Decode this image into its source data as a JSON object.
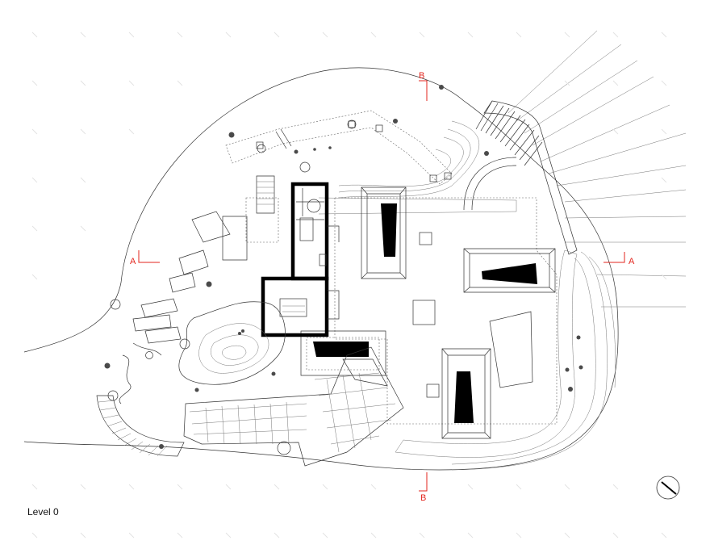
{
  "caption": "Level 0",
  "section_labels": {
    "a_left": "A",
    "a_right": "A",
    "b_top": "B",
    "b_bottom": "B"
  },
  "colors": {
    "section_marker": "#e3261e",
    "linework": "#333333",
    "walls": "#000000",
    "background": "#ffffff"
  },
  "north_arrow": "north-arrow-icon"
}
